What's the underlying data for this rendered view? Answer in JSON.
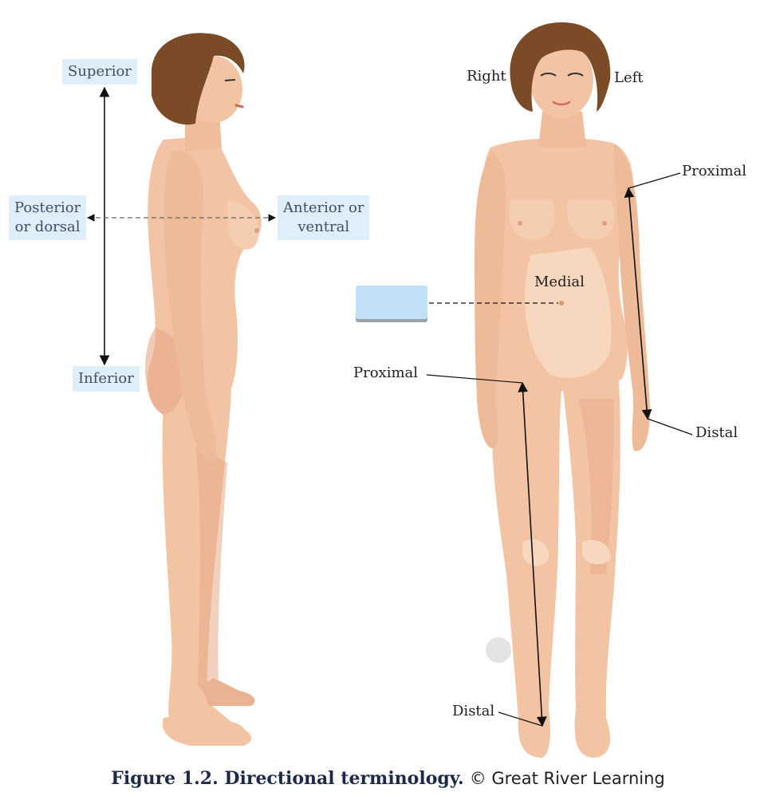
{
  "labels": {
    "superior": "Superior",
    "inferior": "Inferior",
    "posterior_line1": "Posterior",
    "posterior_line2": "or dorsal",
    "anterior_line1": "Anterior or",
    "anterior_line2": "ventral",
    "right": "Right",
    "left": "Left",
    "proximal_arm": "Proximal",
    "distal_arm": "Distal",
    "medial": "Medial",
    "lateral": "",
    "proximal_leg": "Proximal",
    "distal_leg": "Distal"
  },
  "caption": {
    "title": "Figure 1.2. Directional terminology.",
    "credit": "© Great River Learning"
  },
  "colors": {
    "skin": "#f2c4a3",
    "skin_shadow": "#e7a989",
    "skin_light": "#f8d7bf",
    "hair": "#7a4b26",
    "highlight": "#deeefa",
    "lateral_box": "#bfe0f7",
    "caption_title": "#1c2a4a"
  }
}
